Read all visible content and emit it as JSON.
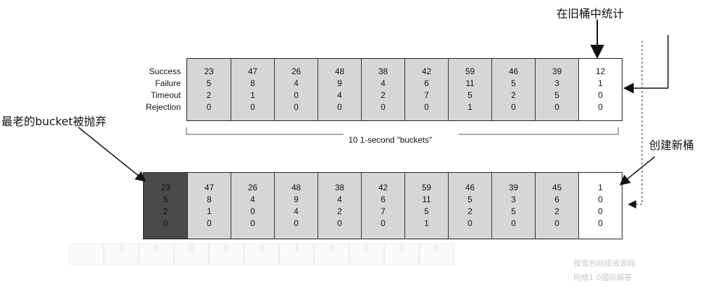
{
  "annotations": {
    "stat_in_old_bucket": "在旧桶中统计",
    "oldest_discarded": "最老的bucket被抛弃",
    "create_new_bucket": "创建新桶",
    "bucket_span_label": "10 1-second \"buckets\""
  },
  "row_labels": [
    "Success",
    "Failure",
    "Timeout",
    "Rejection"
  ],
  "top_buckets": [
    [
      "23",
      "5",
      "2",
      "0"
    ],
    [
      "47",
      "8",
      "1",
      "0"
    ],
    [
      "26",
      "4",
      "0",
      "0"
    ],
    [
      "48",
      "9",
      "4",
      "0"
    ],
    [
      "38",
      "4",
      "2",
      "0"
    ],
    [
      "42",
      "6",
      "7",
      "0"
    ],
    [
      "59",
      "11",
      "5",
      "1"
    ],
    [
      "46",
      "5",
      "2",
      "0"
    ],
    [
      "39",
      "3",
      "5",
      "0"
    ],
    [
      "12",
      "1",
      "0",
      "0"
    ]
  ],
  "bottom_buckets": [
    [
      "23",
      "5",
      "2",
      "0"
    ],
    [
      "47",
      "8",
      "1",
      "0"
    ],
    [
      "26",
      "4",
      "0",
      "0"
    ],
    [
      "48",
      "9",
      "4",
      "0"
    ],
    [
      "38",
      "4",
      "2",
      "0"
    ],
    [
      "42",
      "6",
      "7",
      "0"
    ],
    [
      "59",
      "11",
      "5",
      "1"
    ],
    [
      "46",
      "5",
      "2",
      "0"
    ],
    [
      "39",
      "3",
      "5",
      "0"
    ],
    [
      "45",
      "6",
      "2",
      "0"
    ],
    [
      "1",
      "0",
      "0",
      "0"
    ]
  ],
  "ghost_values": [
    "",
    "0",
    "0",
    "0",
    "0",
    "0",
    "1",
    "0",
    "0",
    "0",
    "0"
  ],
  "watermark": [
    "搜雪的网络资源网",
    "网络1.0国际解答"
  ]
}
